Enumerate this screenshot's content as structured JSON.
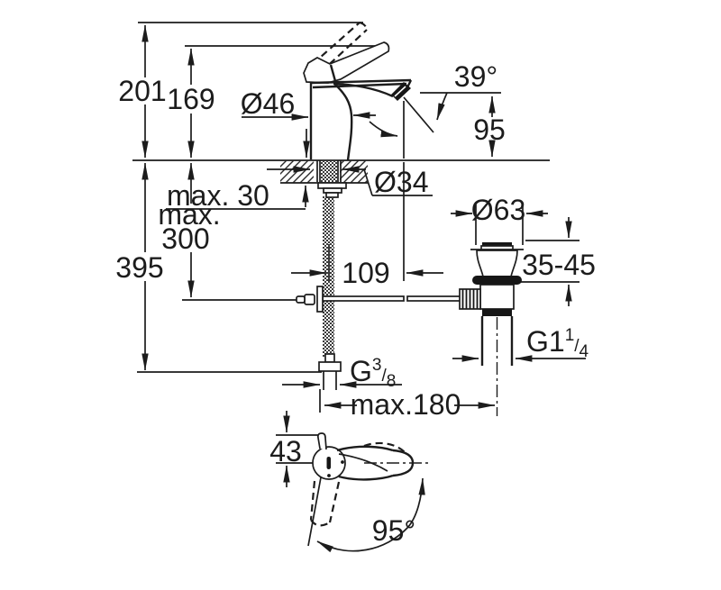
{
  "drawing": {
    "background": "#ffffff",
    "line_color": "#1c1c1c",
    "description": "faucet-installation-dimension-drawing",
    "labels": {
      "total_height": "201",
      "lever_top_height": "169",
      "body_diameter": "Ø46",
      "spout_angle": "39°",
      "spout_outlet_height": "95",
      "mounting_thickness": "max. 30",
      "hole_diameter": "Ø34",
      "flex_hose_max_word": "max.",
      "flex_hose_max_value": "300",
      "overall_below_deck": "395",
      "spout_reach": "109",
      "waste_flange_diameter": "Ø63",
      "basin_thickness_range": "35-45",
      "waste_thread": {
        "base": "G1",
        "numerator": "1",
        "slash": "/",
        "denominator": "4"
      },
      "supply_thread": {
        "base": "G",
        "numerator": "3",
        "slash": "/",
        "denominator": "8"
      },
      "hose_to_waste_distance": "max.180",
      "handle_top_offset": "43",
      "handle_swivel_angle": "95°"
    }
  }
}
